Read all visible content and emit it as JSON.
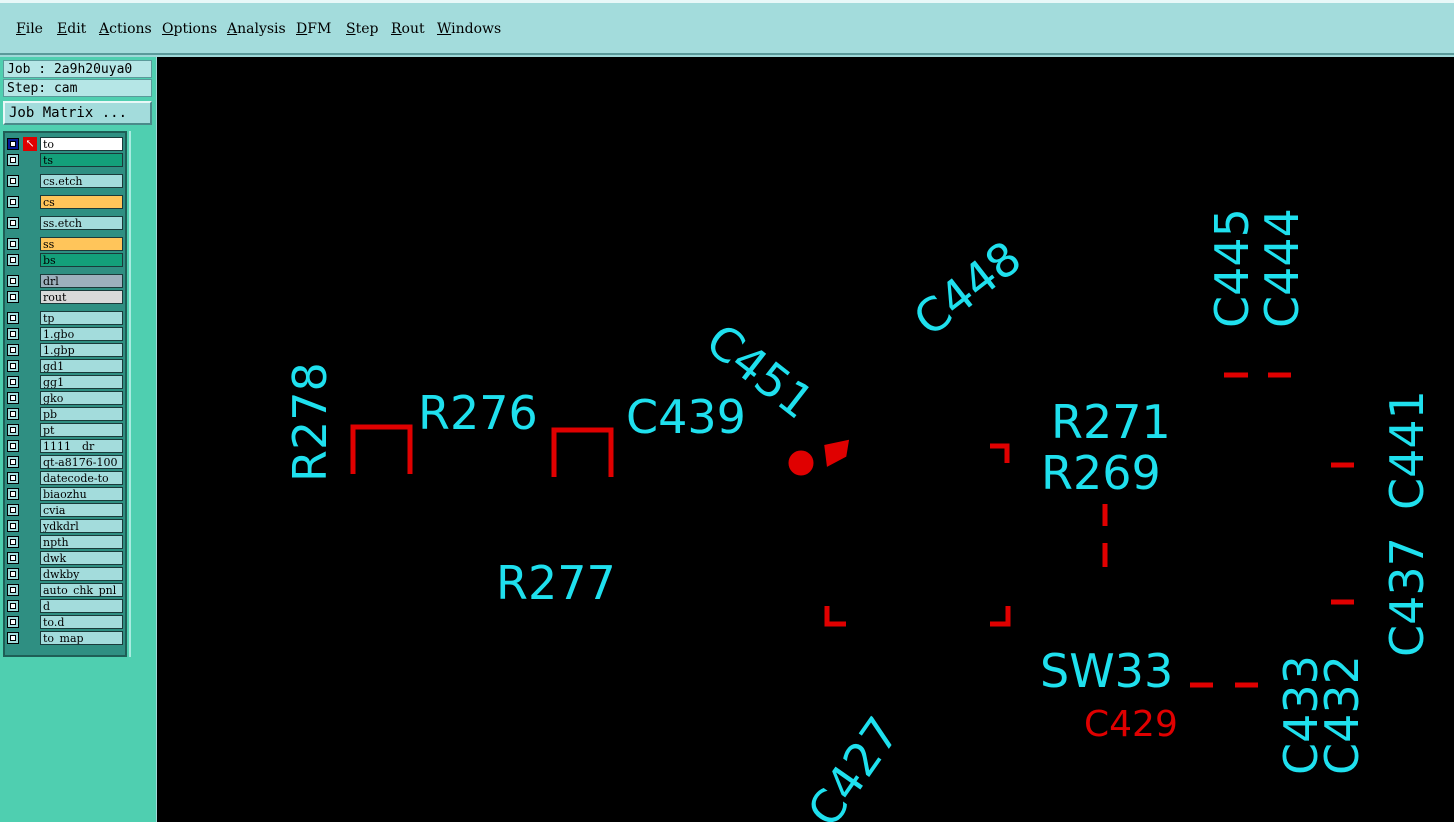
{
  "menu": [
    "File",
    "Edit",
    "Actions",
    "Options",
    "Analysis",
    "DFM",
    "Step",
    "Rout",
    "Windows"
  ],
  "job_label": "Job : 2a9h20uya0",
  "step_label": "Step: cam",
  "job_matrix_label": "Job Matrix ...",
  "layers": [
    {
      "name": "to",
      "color": "#ffffff"
    },
    {
      "name": "ts",
      "color": "#13a07a"
    },
    {
      "name": "cs.etch",
      "color": "#a3dcdc"
    },
    {
      "name": "cs",
      "color": "#ffc55a"
    },
    {
      "name": "ss.etch",
      "color": "#a3dcdc"
    },
    {
      "name": "ss",
      "color": "#ffc55a"
    },
    {
      "name": "bs",
      "color": "#13a07a"
    },
    {
      "name": "drl",
      "color": "#9db0bd"
    },
    {
      "name": "rout",
      "color": "#d9d9d9"
    },
    {
      "name": "tp",
      "color": "#a3dcdc"
    },
    {
      "name": "1.gbo",
      "color": "#a3dcdc"
    },
    {
      "name": "1.gbp",
      "color": "#a3dcdc"
    },
    {
      "name": "gd1",
      "color": "#a3dcdc"
    },
    {
      "name": "gg1",
      "color": "#a3dcdc"
    },
    {
      "name": "gko",
      "color": "#a3dcdc"
    },
    {
      "name": "pb",
      "color": "#a3dcdc"
    },
    {
      "name": "pt",
      "color": "#a3dcdc"
    },
    {
      "name": "1111__dr",
      "color": "#a3dcdc"
    },
    {
      "name": "qt-a8176-100",
      "color": "#a3dcdc"
    },
    {
      "name": "datecode-to",
      "color": "#a3dcdc"
    },
    {
      "name": "biaozhu",
      "color": "#a3dcdc"
    },
    {
      "name": "cvia",
      "color": "#a3dcdc"
    },
    {
      "name": "ydkdrl",
      "color": "#a3dcdc"
    },
    {
      "name": "npth",
      "color": "#a3dcdc"
    },
    {
      "name": "dwk",
      "color": "#a3dcdc"
    },
    {
      "name": "dwkby",
      "color": "#a3dcdc"
    },
    {
      "name": "auto_chk_pnl",
      "color": "#a3dcdc"
    },
    {
      "name": "d",
      "color": "#a3dcdc"
    },
    {
      "name": "to.d",
      "color": "#a3dcdc"
    },
    {
      "name": "to_map",
      "color": "#a3dcdc"
    }
  ],
  "colors": {
    "silkscreen": "#1fe0ee",
    "pads": "#e00000"
  },
  "designators": {
    "R278": "R278",
    "R276": "R276",
    "C439": "C439",
    "C451": "C451",
    "C448": "C448",
    "C445": "C445",
    "C444": "C444",
    "R271": "R271",
    "R269": "R269",
    "C441": "C441",
    "C437": "C437",
    "R277": "R277",
    "SW33": "SW33",
    "C429": "C429",
    "C433": "C433",
    "C432": "C432",
    "C427": "C427"
  }
}
